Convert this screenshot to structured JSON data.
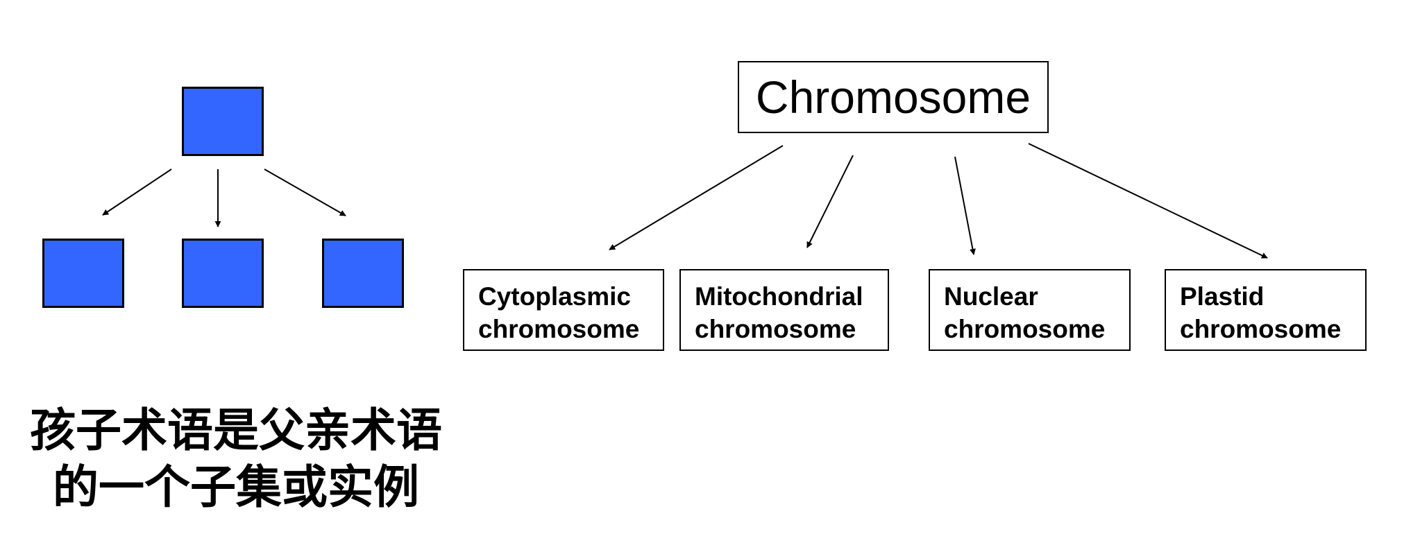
{
  "left_example": {
    "box_color": "#3366ff",
    "caption_line1": "孩子术语是父亲术语",
    "caption_line2": "的一个子集或实例"
  },
  "hierarchy": {
    "root": "Chromosome",
    "children": [
      {
        "line1": "Cytoplasmic",
        "line2": "chromosome"
      },
      {
        "line1": "Mitochondrial",
        "line2": "chromosome"
      },
      {
        "line1": "Nuclear",
        "line2": "chromosome"
      },
      {
        "line1": "Plastid",
        "line2": "chromosome"
      }
    ]
  }
}
